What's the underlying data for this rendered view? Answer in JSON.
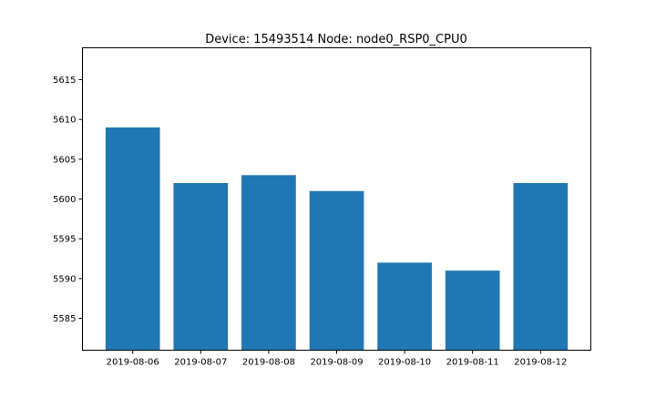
{
  "chart_data": {
    "type": "bar",
    "title": "Device: 15493514 Node: node0_RSP0_CPU0",
    "xlabel": "",
    "ylabel": "",
    "categories": [
      "2019-08-06",
      "2019-08-07",
      "2019-08-08",
      "2019-08-09",
      "2019-08-10",
      "2019-08-11",
      "2019-08-12"
    ],
    "values": [
      5609,
      5602,
      5603,
      5601,
      5592,
      5591,
      5602
    ],
    "ylim": [
      5581,
      5619
    ],
    "yticks": [
      5585,
      5590,
      5595,
      5600,
      5605,
      5610,
      5615
    ],
    "bar_color": "#1f77b4",
    "grid": false,
    "legend": "none"
  }
}
